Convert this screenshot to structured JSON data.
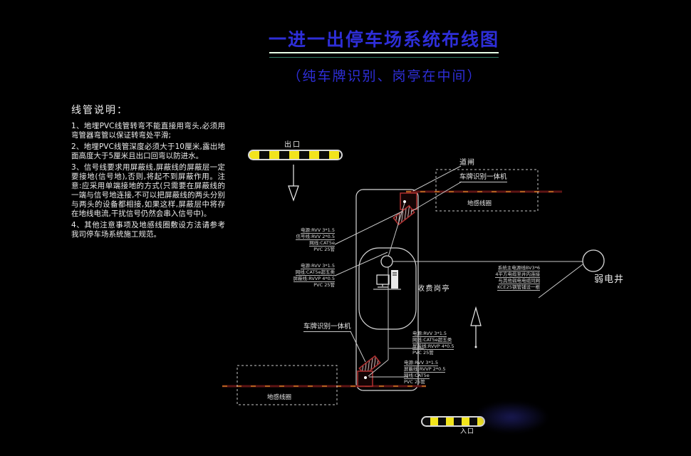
{
  "title": {
    "text": "一进一出停车场系统布线图",
    "subtitle": "（纯车牌识别、岗亭在中间）"
  },
  "notes": {
    "heading": "线管说明：",
    "items": [
      "1、地埋PVC线管转弯不能直接用弯头,必须用弯管器弯管以保证转弯处平滑;",
      "2、地埋PVC线管深度必须大于10厘米,露出地面高度大于5厘米且出口回弯以防进水。",
      "3、信号线要求用屏蔽线,屏蔽线的屏蔽层一定要接地(信号地),否则,将起不到屏蔽作用。注意:应采用单端接地的方式(只需要在屏蔽线的一端与信号地连接,不可以把屏蔽线的两头分别与两头的设备都相接,如果这样,屏蔽层中将存在地线电流,干扰信号仍然会串入信号中)。",
      "4、其他注意事项及地感线圈敷设方法请参考我司停车场系统施工规范。"
    ]
  },
  "labels": {
    "exit": "出口",
    "entrance": "入口",
    "barrier_gate": "道闸",
    "lpr_camera_top": "车牌识别一体机",
    "lpr_camera_bottom": "车牌识别一体机",
    "loop_top": "地感线圈",
    "loop_bottom": "地感线圈",
    "toll_booth": "收费岗亭",
    "weak_current_well": "弱电井"
  },
  "spec_groups": [
    {
      "name": "exit-camera-wiring",
      "lines": [
        "电源:RVV 3*1.5",
        "信号线:RVV 2*0.5",
        "网线:CAT5e",
        "PVC 25管"
      ]
    },
    {
      "name": "exit-booth-wiring",
      "lines": [
        "电源:RVV 3*1.5",
        "网线:CAT5e超五类",
        "屏蔽线:RVVP 4*0.5",
        "PVC 25管"
      ]
    },
    {
      "name": "entry-booth-wiring",
      "lines": [
        "电源:RVV 3*1.5",
        "网线:CAT5e超五类",
        "屏蔽线:RVVP 4*0.5",
        "PVC 25管"
      ]
    },
    {
      "name": "entry-camera-wiring",
      "lines": [
        "电源:RVV 3*1.5",
        "屏蔽线:RVVP 2*0.5",
        "网线:CAT5e",
        "PVC 25管"
      ]
    }
  ],
  "power_note": {
    "lines": [
      "系统主电源线BV3*6",
      "4平方电缆至井内连接",
      "与其他弱电电缆同网",
      "KCE25钢管铺设一根"
    ]
  },
  "colors": {
    "background": "#000000",
    "title_blue": "#2e2ed8",
    "loop_red": "#5e1414",
    "loop_dash_orange": "#c87a22",
    "barrier_yellow": "#f2e41c",
    "camera_red": "#b03030",
    "line_white": "#d8d8d8",
    "underline_pale_green": "#e7ffe7",
    "underline_teal": "#2e7a63"
  }
}
